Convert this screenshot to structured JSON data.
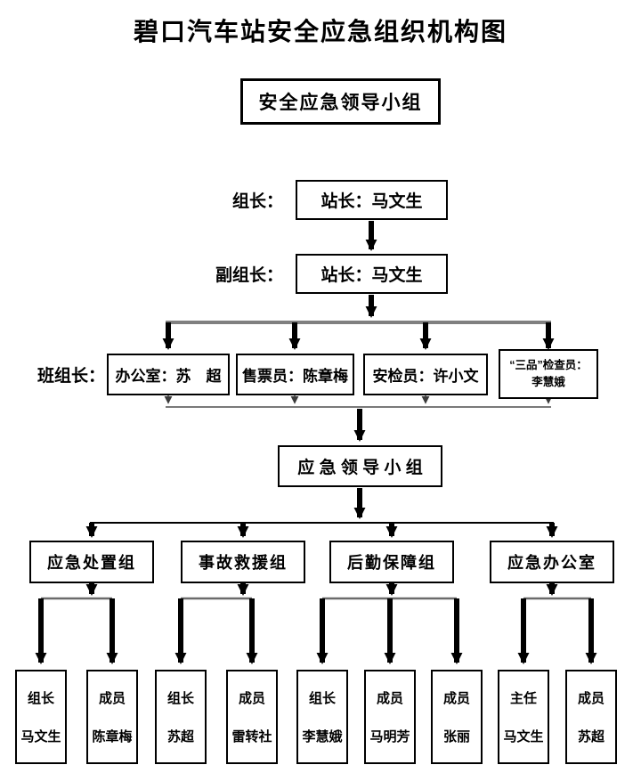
{
  "title": "碧口汽车站安全应急组织机构图",
  "top_box": {
    "label": "安全应急领导小组"
  },
  "rows": {
    "leader": {
      "label": "组长：",
      "box": "站长：马文生"
    },
    "deputy": {
      "label": "副组长：",
      "box": "站长：马文生"
    },
    "team_leaders": {
      "label": "班组长：",
      "teams": [
        {
          "line1": "办公室：苏　超"
        },
        {
          "line1": "售票员：陈章梅"
        },
        {
          "line1": "安检员：许小文"
        },
        {
          "line1": "“三品”检查员：",
          "line2": "李慧娥"
        }
      ]
    }
  },
  "middle_box": {
    "label": "应 急 领 导 小 组"
  },
  "groups": [
    {
      "label": "应急处置组"
    },
    {
      "label": "事故救援组"
    },
    {
      "label": "后勤保障组"
    },
    {
      "label": "应急办公室"
    }
  ],
  "members": [
    {
      "role": "组长",
      "name": "马文生"
    },
    {
      "role": "成员",
      "name": "陈章梅"
    },
    {
      "role": "组长",
      "name": "苏超"
    },
    {
      "role": "成员",
      "name": "雷转社"
    },
    {
      "role": "组长",
      "name": "李慧娥"
    },
    {
      "role": "成员",
      "name": "马明芳"
    },
    {
      "role": "成员",
      "name": "张丽"
    },
    {
      "role": "主任",
      "name": "马文生"
    },
    {
      "role": "成员",
      "name": "苏超"
    }
  ],
  "colors": {
    "arrow_black": "#000000",
    "connector_gray": "#808080"
  }
}
